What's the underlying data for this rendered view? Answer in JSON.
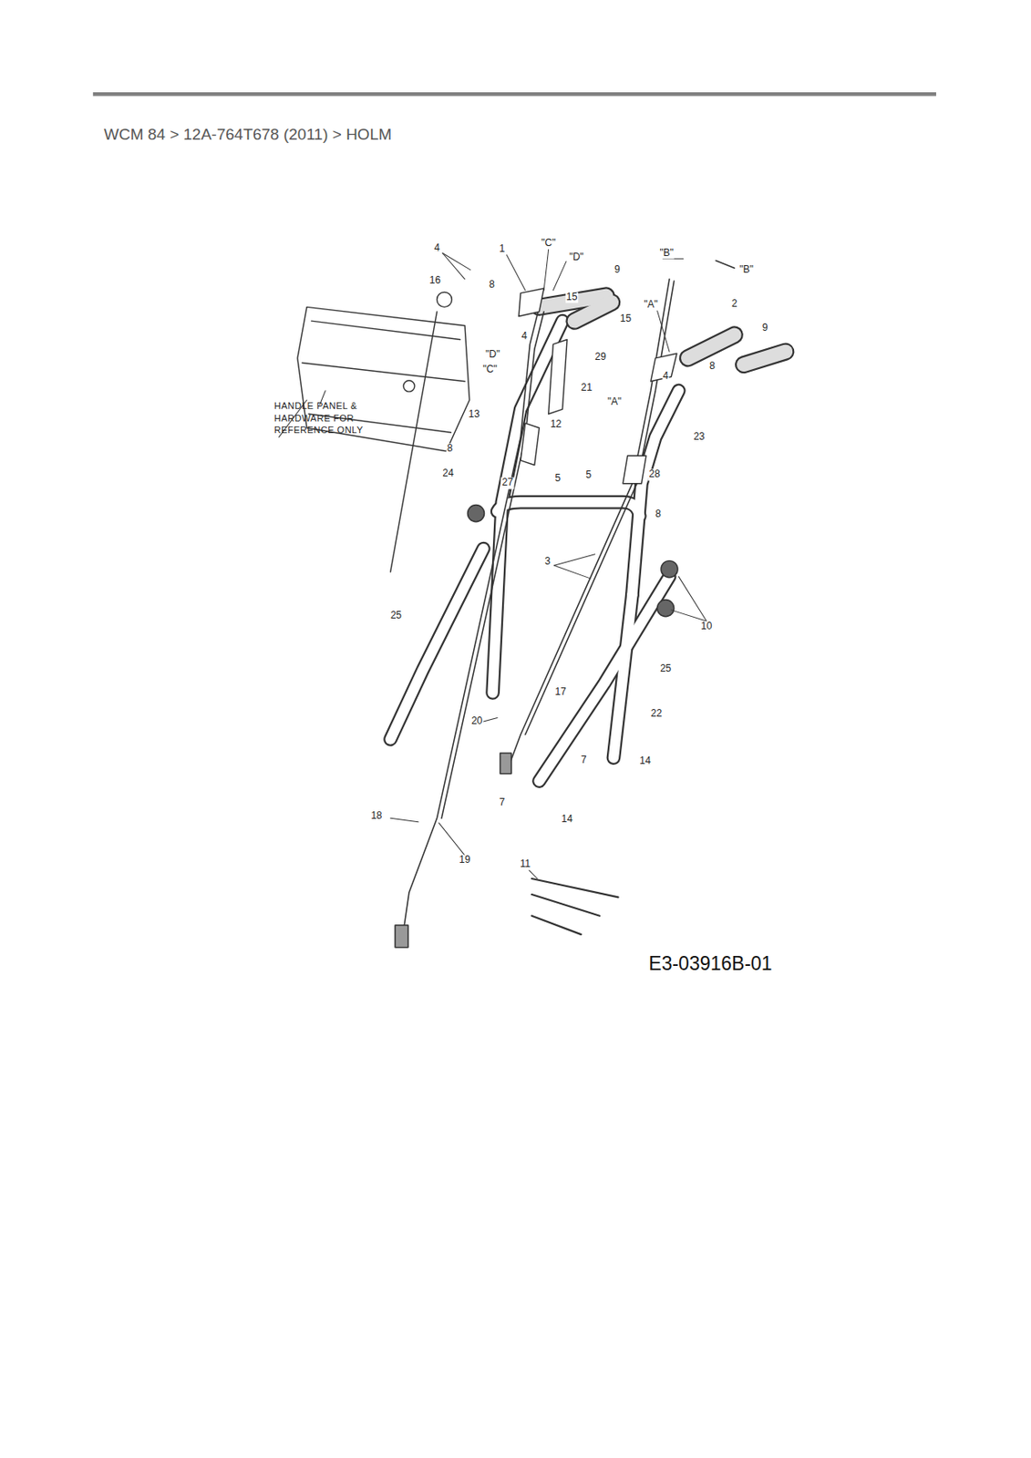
{
  "diagram": {
    "title": "WCM 84  >  12A-764T678 (2011)  >  HOLM",
    "labels": [
      "4",
      "1",
      "\"C\"",
      "\"D\"",
      "16",
      "8",
      "15",
      "9",
      "\"B\"",
      "\"B\"",
      "\"A\"",
      "2",
      "15",
      "9",
      "4",
      "\"D\"",
      "29",
      "\"C\"",
      "8",
      "4",
      "21",
      "\"A\"",
      "HANDLE PANEL & HARDWARE FOR REFERENCE ONLY",
      "13",
      "12",
      "23",
      "8",
      "5",
      "28",
      "5",
      "24",
      "27",
      "8",
      "3",
      "10",
      "25",
      "25",
      "17",
      "22",
      "20",
      "7",
      "14",
      "7",
      "14",
      "18",
      "19",
      "11",
      "E3-03916B-01"
    ]
  }
}
